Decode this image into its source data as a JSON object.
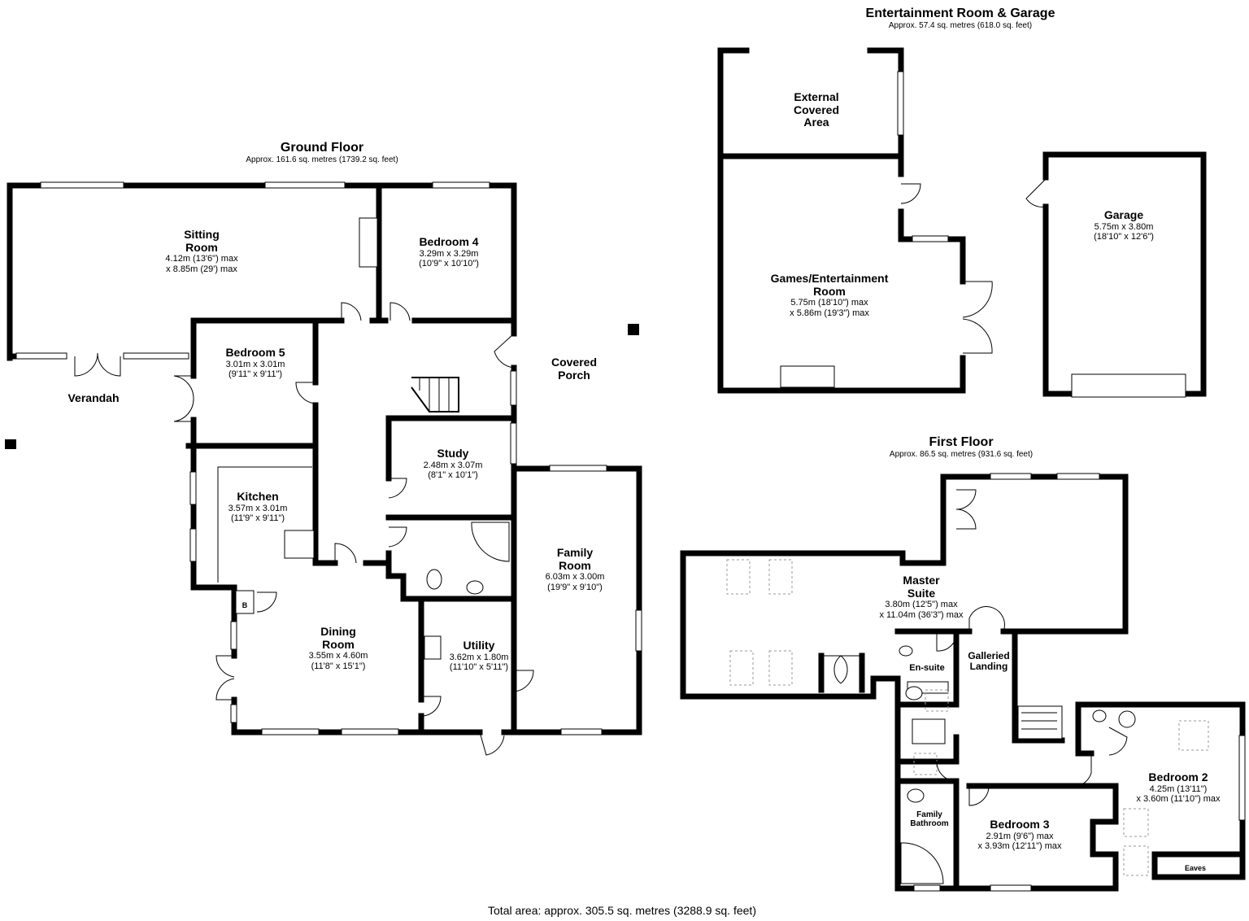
{
  "total_area": "Total area: approx. 305.5 sq. metres (3288.9 sq. feet)",
  "floors": {
    "ground": {
      "title": "Ground Floor",
      "area": "Approx. 161.6 sq. metres (1739.2 sq. feet)"
    },
    "entertainment": {
      "title": "Entertainment Room & Garage",
      "area": "Approx. 57.4 sq. metres (618.0 sq. feet)"
    },
    "first": {
      "title": "First Floor",
      "area": "Approx. 86.5 sq. metres (931.6 sq. feet)"
    }
  },
  "rooms": {
    "sitting_room": {
      "name": "Sitting\nRoom",
      "dims": "4.12m (13'6\") max\nx 8.85m (29') max"
    },
    "bedroom4": {
      "name": "Bedroom 4",
      "dims": "3.29m x 3.29m\n(10'9\" x 10'10\")"
    },
    "bedroom5": {
      "name": "Bedroom 5",
      "dims": "3.01m x 3.01m\n(9'11\" x 9'11\")"
    },
    "verandah": {
      "name": "Verandah"
    },
    "covered_porch": {
      "name": "Covered\nPorch"
    },
    "study": {
      "name": "Study",
      "dims": "2.48m x 3.07m\n(8'1\" x 10'1\")"
    },
    "kitchen": {
      "name": "Kitchen",
      "dims": "3.57m x 3.01m\n(11'9\" x 9'11\")"
    },
    "family_room": {
      "name": "Family\nRoom",
      "dims": "6.03m x 3.00m\n(19'9\" x 9'10\")"
    },
    "dining_room": {
      "name": "Dining\nRoom",
      "dims": "3.55m x 4.60m\n(11'8\" x 15'1\")"
    },
    "utility": {
      "name": "Utility",
      "dims": "3.62m x 1.80m\n(11'10\" x 5'11\")"
    },
    "boiler": {
      "name": "B"
    },
    "external_covered": {
      "name": "External\nCovered\nArea"
    },
    "games_room": {
      "name": "Games/Entertainment\nRoom",
      "dims": "5.75m (18'10\") max\nx 5.86m (19'3\") max"
    },
    "garage": {
      "name": "Garage",
      "dims": "5.75m x 3.80m\n(18'10\" x 12'6\")"
    },
    "master_suite": {
      "name": "Master\nSuite",
      "dims": "3.80m (12'5\") max\nx 11.04m (36'3\") max"
    },
    "en_suite": {
      "name": "En-suite"
    },
    "galleried_landing": {
      "name": "Galleried\nLanding"
    },
    "bedroom2": {
      "name": "Bedroom 2",
      "dims": "4.25m (13'11\")\nx 3.60m (11'10\") max"
    },
    "bedroom3": {
      "name": "Bedroom 3",
      "dims": "2.91m (9'6\") max\nx 3.93m (12'11\") max"
    },
    "family_bathroom": {
      "name": "Family\nBathroom"
    },
    "eaves": {
      "name": "Eaves"
    }
  }
}
